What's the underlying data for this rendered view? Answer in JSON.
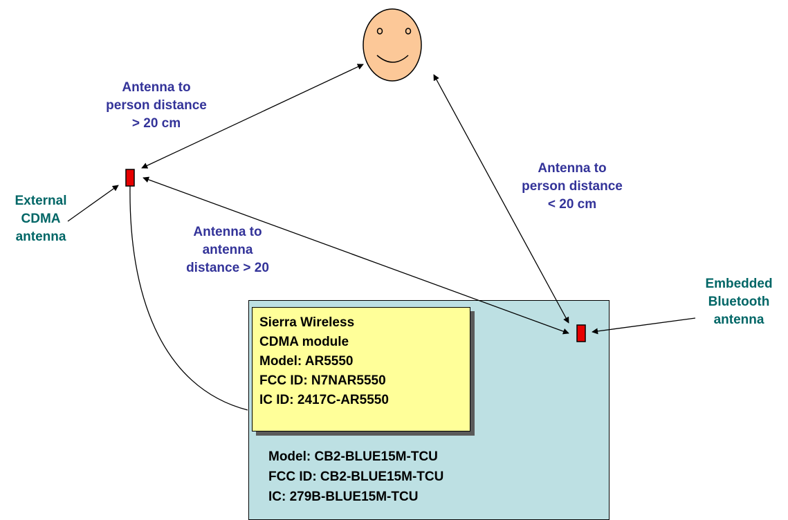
{
  "labels": {
    "person_far": [
      "Antenna to",
      "person distance",
      "> 20 cm"
    ],
    "person_near": [
      "Antenna to",
      "person distance",
      "< 20 cm"
    ],
    "antenna_to_antenna": [
      "Antenna to",
      "antenna",
      "distance > 20"
    ],
    "external_antenna": [
      "External",
      "CDMA",
      "antenna"
    ],
    "embedded_antenna": [
      "Embedded",
      "Bluetooth",
      "antenna"
    ]
  },
  "cdma_module": {
    "lines": [
      "Sierra Wireless",
      "CDMA module",
      "Model: AR5550",
      "FCC ID: N7NAR5550",
      "IC ID: 2417C-AR5550"
    ]
  },
  "tcu": {
    "lines": [
      "Model: CB2-BLUE15M-TCU",
      "FCC ID:  CB2-BLUE15M-TCU",
      "IC: 279B-BLUE15M-TCU"
    ]
  },
  "colors": {
    "label_blue": "#333399",
    "label_teal": "#006666",
    "tcu_fill": "#bde0e3",
    "module_fill": "#ffff99",
    "face_fill": "#fcc898",
    "antenna_red": "#e60000"
  }
}
